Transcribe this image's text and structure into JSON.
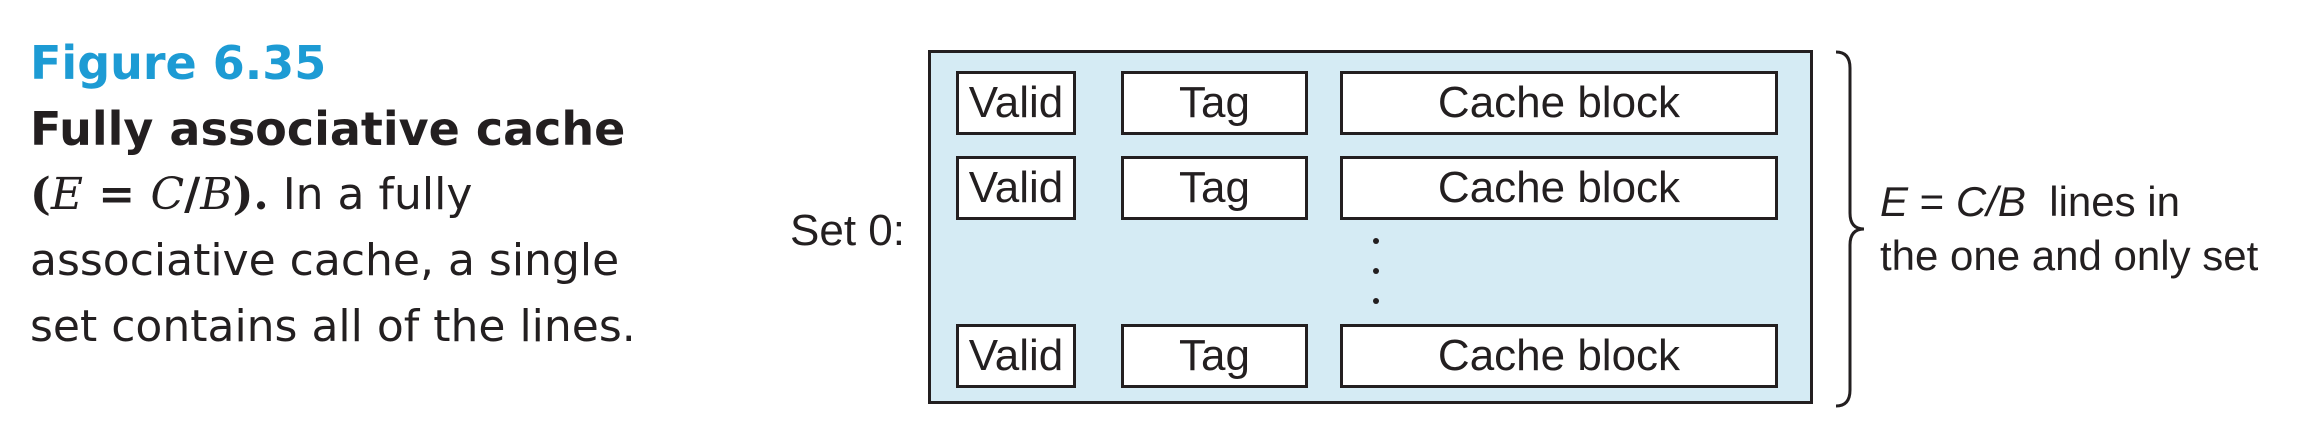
{
  "caption": {
    "figure_label": "Figure 6.35",
    "title": "Fully associative cache",
    "formula_open": "(",
    "formula_e": "E",
    "formula_eq": " = ",
    "formula_c": "C",
    "formula_slash": "/",
    "formula_b": "B",
    "formula_close": ").",
    "body": " In a fully associative cache, a single set contains all of the lines."
  },
  "diagram": {
    "set_label": "Set 0:",
    "rows": [
      {
        "valid": "Valid",
        "tag": "Tag",
        "block": "Cache block"
      },
      {
        "valid": "Valid",
        "tag": "Tag",
        "block": "Cache block"
      },
      {
        "valid": "Valid",
        "tag": "Tag",
        "block": "Cache block"
      }
    ],
    "ellipsis": "vertical-dots",
    "annotation": {
      "formula_e": "E",
      "formula_eq": " = ",
      "formula_cb": "C/B",
      "line1_rest": "  lines in",
      "line2": "the one and only set"
    },
    "colors": {
      "set_fill": "#d5ebf4",
      "figure_label": "#1d9bd4",
      "stroke": "#231f20"
    }
  }
}
